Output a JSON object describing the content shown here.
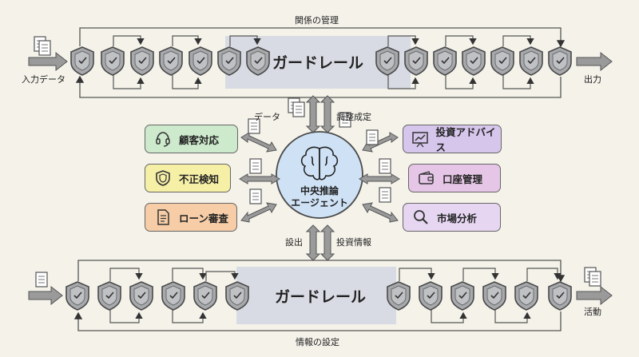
{
  "top_band": {
    "title": "ガードレール",
    "loop_label": "関係の管理",
    "input_label": "入力データ",
    "output_label": "出力"
  },
  "bottom_band": {
    "title": "ガードレール",
    "loop_label": "情報の設定",
    "output_label": "活動"
  },
  "center": {
    "line1": "中央推論",
    "line2": "エージェント"
  },
  "flows": {
    "data_in": "データ",
    "adjust": "調整成定",
    "design_out": "設出",
    "invest_info": "投資情報"
  },
  "left_modules": [
    {
      "label": "顧客対応",
      "icon": "headset-icon",
      "color": "#cdeacc"
    },
    {
      "label": "不正検知",
      "icon": "shield-icon",
      "color": "#f6efa6"
    },
    {
      "label": "ローン審査",
      "icon": "document-icon",
      "color": "#f6cda6"
    }
  ],
  "right_modules": [
    {
      "label": "投資アドバイス",
      "icon": "presentation-chart-icon",
      "color": "#d6c6ec"
    },
    {
      "label": "口座管理",
      "icon": "wallet-icon",
      "color": "#e6c6e6"
    },
    {
      "label": "市場分析",
      "icon": "magnifier-icon",
      "color": "#e6d6f2"
    }
  ],
  "colors": {
    "background": "#f4f2e9",
    "shield_fill": "#a7a9ac",
    "highlight_band": "#d8dbe3",
    "arrow": "#9a9a9a",
    "center_circle": "#cfe2f5"
  }
}
